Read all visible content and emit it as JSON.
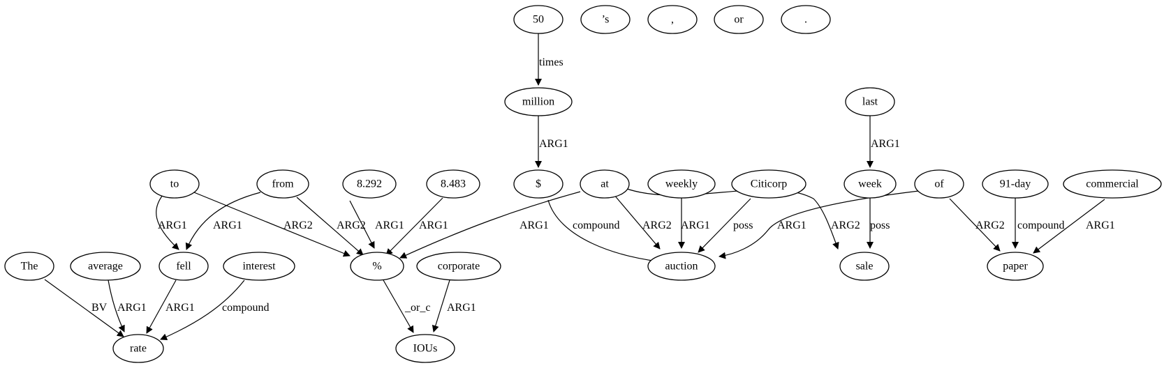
{
  "nodes": {
    "n50": "50",
    "nS": "’s",
    "nComma": ",",
    "nOr": "or",
    "nDot": ".",
    "nMillion": "million",
    "nLast": "last",
    "nTo": "to",
    "nFrom": "from",
    "n8292": "8.292",
    "n8483": "8.483",
    "nDollar": "$",
    "nAt": "at",
    "nWeekly": "weekly",
    "nCiticorp": "Citicorp",
    "nWeek": "week",
    "nOf": "of",
    "n91day": "91-day",
    "nCommercial": "commercial",
    "nThe": "The",
    "nAverage": "average",
    "nFell": "fell",
    "nInterest": "interest",
    "nPct": "%",
    "nCorporate": "corporate",
    "nAuction": "auction",
    "nSale": "sale",
    "nPaper": "paper",
    "nRate": "rate",
    "nIOUs": "IOUs"
  },
  "edges": [
    {
      "from": "n50",
      "to": "nMillion",
      "label": "times"
    },
    {
      "from": "nMillion",
      "to": "nDollar",
      "label": "ARG1"
    },
    {
      "from": "nLast",
      "to": "nWeek",
      "label": "ARG1"
    },
    {
      "from": "nTo",
      "to": "nFell",
      "label": "ARG1"
    },
    {
      "from": "nTo",
      "to": "nPct",
      "label": "ARG2"
    },
    {
      "from": "nFrom",
      "to": "nFell",
      "label": "ARG1"
    },
    {
      "from": "nFrom",
      "to": "nPct",
      "label": "ARG2"
    },
    {
      "from": "n8292",
      "to": "nPct",
      "label": "ARG1"
    },
    {
      "from": "n8483",
      "to": "nPct",
      "label": "ARG1"
    },
    {
      "from": "nDollar",
      "to": "nAuction",
      "label": "compound"
    },
    {
      "from": "nAt",
      "to": "nPct",
      "label": "ARG1"
    },
    {
      "from": "nAt",
      "to": "nAuction",
      "label": "ARG2"
    },
    {
      "from": "nAt",
      "to": "nSale",
      "label": "ARG2"
    },
    {
      "from": "nWeekly",
      "to": "nAuction",
      "label": "ARG1"
    },
    {
      "from": "nCiticorp",
      "to": "nAuction",
      "label": "poss"
    },
    {
      "from": "nWeek",
      "to": "nSale",
      "label": "poss"
    },
    {
      "from": "nOf",
      "to": "nAuction",
      "label": "ARG1"
    },
    {
      "from": "nOf",
      "to": "nPaper",
      "label": "ARG2"
    },
    {
      "from": "n91day",
      "to": "nPaper",
      "label": "compound"
    },
    {
      "from": "nCommercial",
      "to": "nPaper",
      "label": "ARG1"
    },
    {
      "from": "nThe",
      "to": "nRate",
      "label": "BV"
    },
    {
      "from": "nAverage",
      "to": "nRate",
      "label": "ARG1"
    },
    {
      "from": "nFell",
      "to": "nRate",
      "label": "ARG1"
    },
    {
      "from": "nInterest",
      "to": "nRate",
      "label": "compound"
    },
    {
      "from": "nPct",
      "to": "nIOUs",
      "label": "_or_c"
    },
    {
      "from": "nCorporate",
      "to": "nIOUs",
      "label": "ARG1"
    }
  ]
}
